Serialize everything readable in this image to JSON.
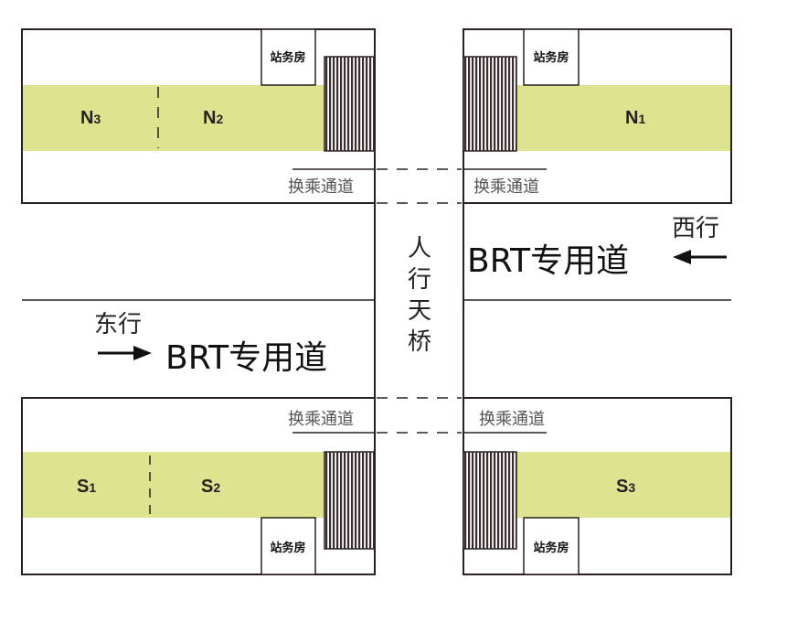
{
  "colors": {
    "platform": "#dde38e",
    "line": "#2a2020"
  },
  "platforms": {
    "north": [
      {
        "label": "N",
        "sub": "3"
      },
      {
        "label": "N",
        "sub": "2"
      },
      {
        "label": "N",
        "sub": "1"
      }
    ],
    "south": [
      {
        "label": "S",
        "sub": "1"
      },
      {
        "label": "S",
        "sub": "2"
      },
      {
        "label": "S",
        "sub": "3"
      }
    ]
  },
  "station_room": "站务房",
  "transfer_passage": "换乘通道",
  "bridge": {
    "label": [
      "人",
      "行",
      "天",
      "桥"
    ]
  },
  "lanes": {
    "west": {
      "direction": "西行",
      "name": "BRT专用道"
    },
    "east": {
      "direction": "东行",
      "name": "BRT专用道"
    }
  }
}
